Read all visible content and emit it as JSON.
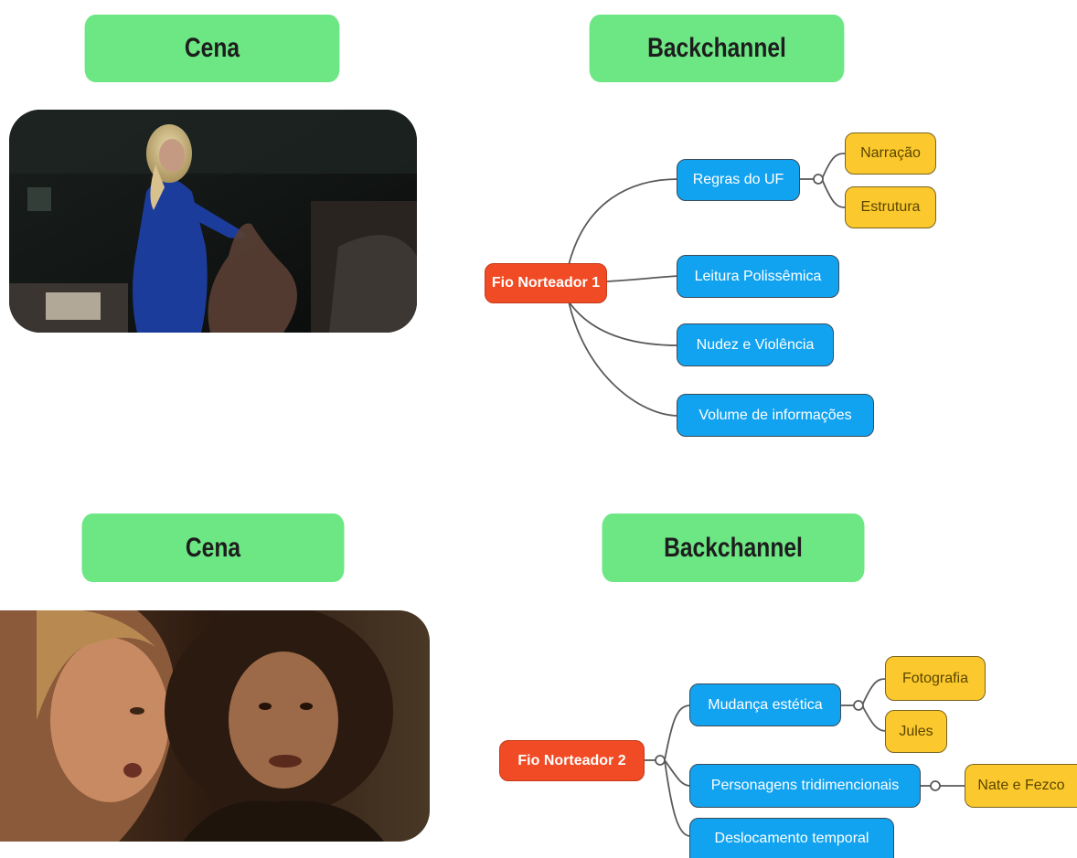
{
  "colors": {
    "header_green": "#6de684",
    "root_red": "#f04b24",
    "topic_blue": "#12a3f0",
    "leaf_yellow": "#fbc92d",
    "connector": "#5a5a5a"
  },
  "section1": {
    "scene_header": "Cena",
    "backchannel_header": "Backchannel",
    "root": "Fio Norteador 1",
    "topics": [
      "Regras do UF",
      "Leitura Polissêmica",
      "Nudez e Violência",
      "Volume de informações"
    ],
    "subtopics": [
      "Narração",
      "Estrutura"
    ]
  },
  "section2": {
    "scene_header": "Cena",
    "backchannel_header": "Backchannel",
    "root": "Fio Norteador 2",
    "topics": [
      "Mudança estética",
      "Personagens tridimencionais",
      "Deslocamento temporal"
    ],
    "subtopics": [
      "Fotografia",
      "Jules",
      "Nate e Fezco"
    ]
  }
}
